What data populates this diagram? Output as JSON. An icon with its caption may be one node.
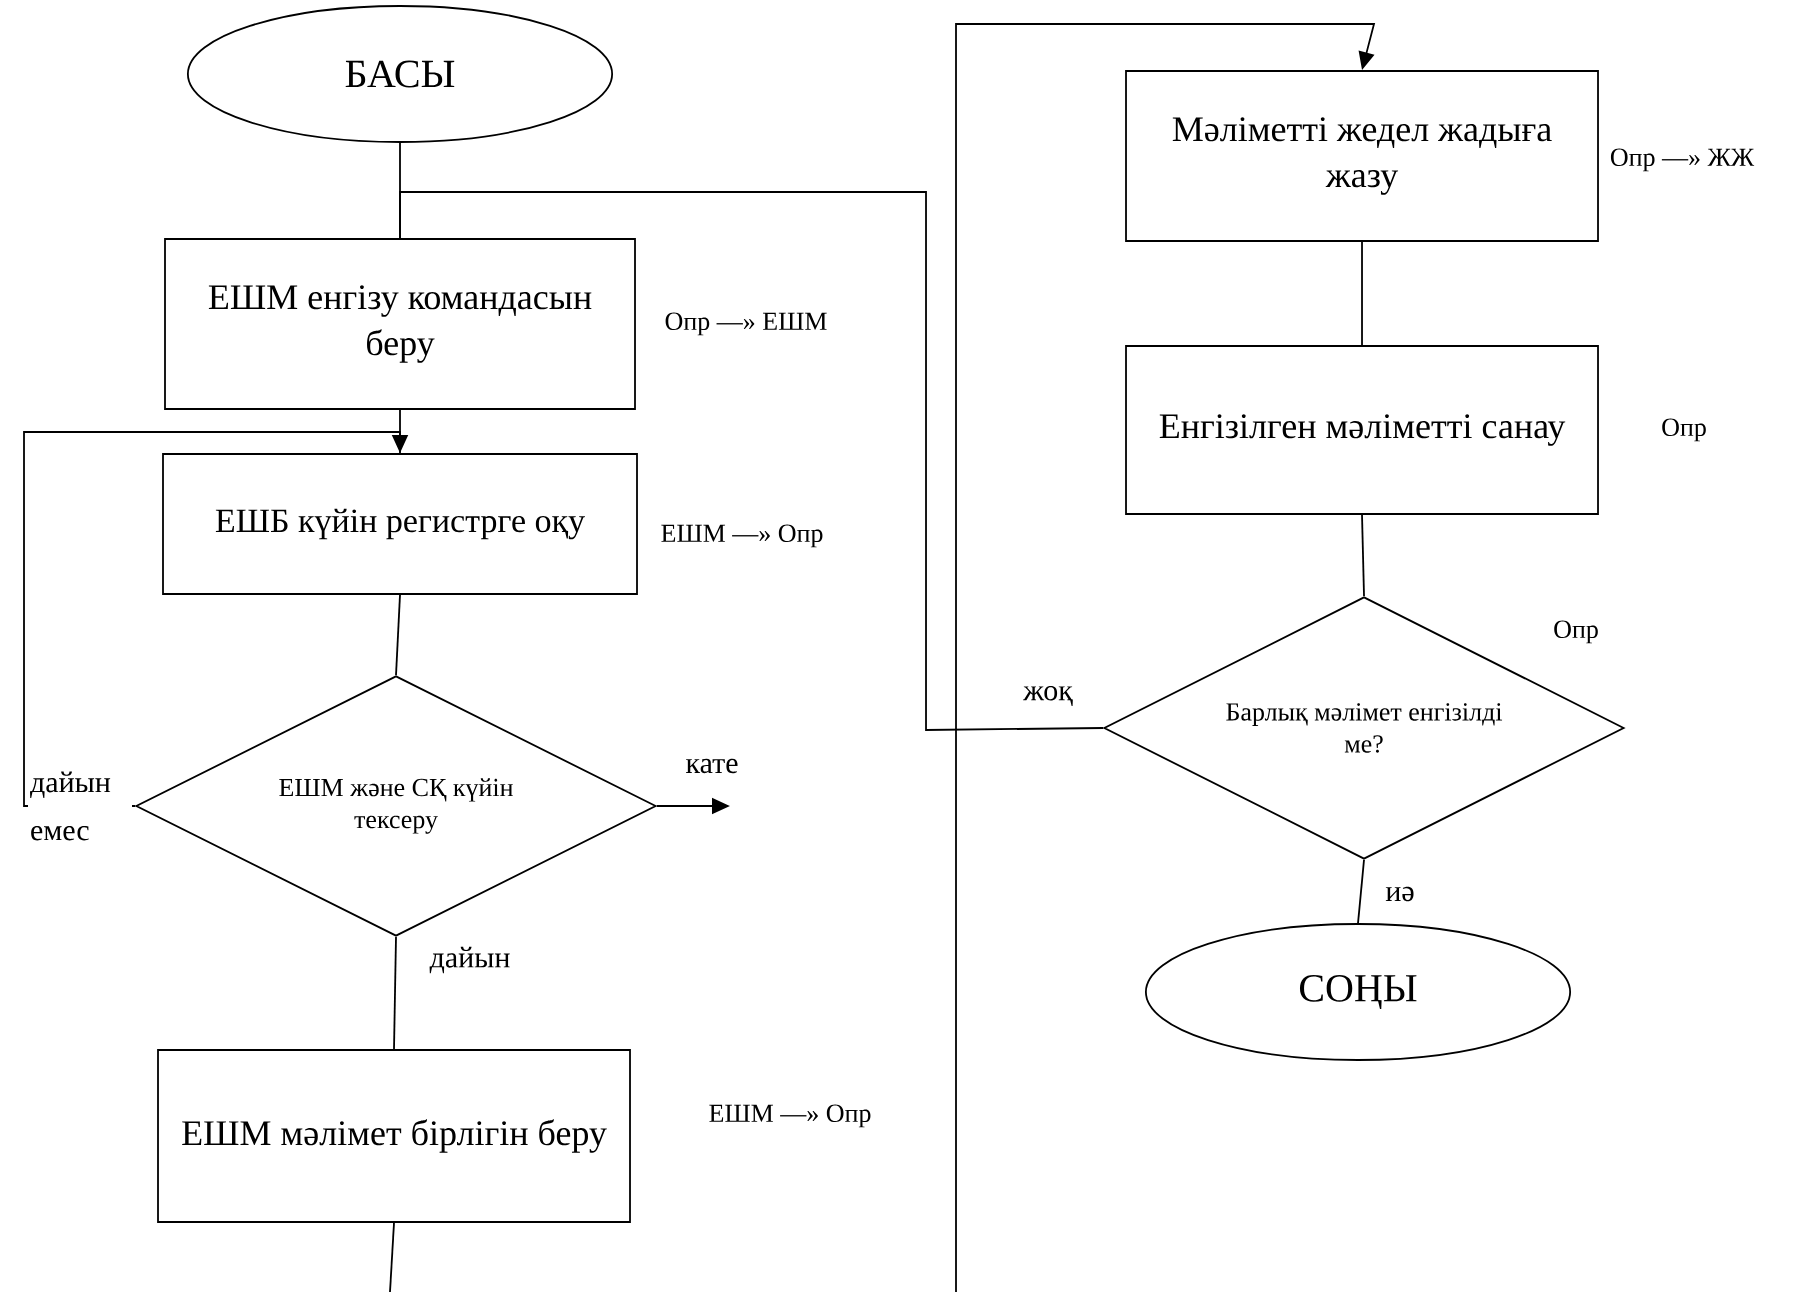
{
  "diagram": {
    "nodes": [
      {
        "text": [
          "БАСЫ"
        ]
      },
      {
        "text": [
          "ЕШМ енгізу командасын беру"
        ],
        "beside": [
          "Опр —» ЕШМ"
        ]
      },
      {
        "text": [
          "ЕШБ күйін регистрге оқу"
        ],
        "beside": [
          "ЕШМ —» Опр"
        ]
      },
      {
        "text": [
          "ЕШМ және СҚ күйін тексеру"
        ]
      },
      {
        "text": [
          "ЕШМ мәлімет бірлігін беру"
        ],
        "beside": [
          "ЕШМ —» Опр"
        ]
      },
      {
        "text": [
          "Мәліметті жедел жадыға жазу"
        ],
        "beside": [
          "Опр —» ЖЖ"
        ]
      },
      {
        "text": [
          "Енгізілген мәліметті санау"
        ],
        "beside": [
          "Опр"
        ]
      },
      {
        "text": [
          "Барлық мәлімет енгізілді ме?"
        ],
        "beside": [
          "Опр"
        ]
      },
      {
        "text": [
          "СОҢЫ"
        ]
      }
    ],
    "edges": [
      {
        "from": 0,
        "to": 1,
        "arrow": "none"
      },
      {
        "from": 1,
        "to": 2,
        "arrow": "none"
      },
      {
        "from": 2,
        "to": 3,
        "arrow": "none"
      },
      {
        "from": 3,
        "to": 4,
        "arrow": "none",
        "label": "дайын"
      },
      {
        "from": 3,
        "to": 2,
        "arrow": "to",
        "label": "дайын емес"
      },
      {
        "from": 3,
        "to": null,
        "arrow": "to",
        "label": "кате"
      },
      {
        "from": 4,
        "to": null,
        "arrow": "none"
      },
      {
        "from": null,
        "to": 5,
        "arrow": "to"
      },
      {
        "from": 5,
        "to": 6,
        "arrow": "none"
      },
      {
        "from": 6,
        "to": 7,
        "arrow": "none"
      },
      {
        "from": 7,
        "to": 8,
        "arrow": "none",
        "label": "иә"
      },
      {
        "from": 7,
        "to": 1,
        "arrow": "none",
        "label": "жоқ"
      }
    ]
  }
}
